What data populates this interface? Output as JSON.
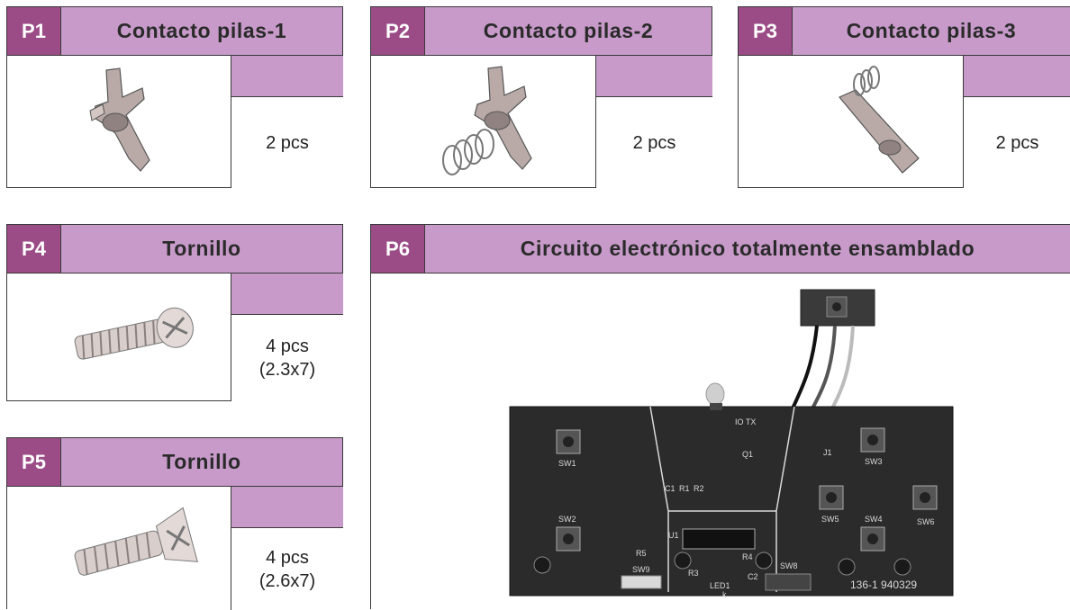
{
  "parts": [
    {
      "code": "P1",
      "title": "Contacto pilas-1",
      "qty": "2 pcs",
      "spec": ""
    },
    {
      "code": "P2",
      "title": "Contacto pilas-2",
      "qty": "2 pcs",
      "spec": ""
    },
    {
      "code": "P3",
      "title": "Contacto pilas-3",
      "qty": "2 pcs",
      "spec": ""
    },
    {
      "code": "P4",
      "title": "Tornillo",
      "qty": "4 pcs",
      "spec": "(2.3x7)"
    },
    {
      "code": "P5",
      "title": "Tornillo",
      "qty": "4 pcs",
      "spec": "(2.6x7)"
    },
    {
      "code": "P6",
      "title": "Circuito electrónico totalmente ensamblado"
    }
  ],
  "pcb": {
    "labels": [
      "SW1",
      "SW2",
      "SW3",
      "SW4",
      "SW5",
      "SW6",
      "SW8",
      "SW9",
      "C1",
      "R1",
      "R2",
      "R3",
      "R4",
      "R5",
      "C2",
      "Q1",
      "J1",
      "U1",
      "LED1",
      "IO TX",
      "k"
    ],
    "board_id": "136-1  940329"
  },
  "colors": {
    "header_pink": "#c79ac9",
    "code_purple": "#9b4b86",
    "board": "#2b2b2b"
  }
}
